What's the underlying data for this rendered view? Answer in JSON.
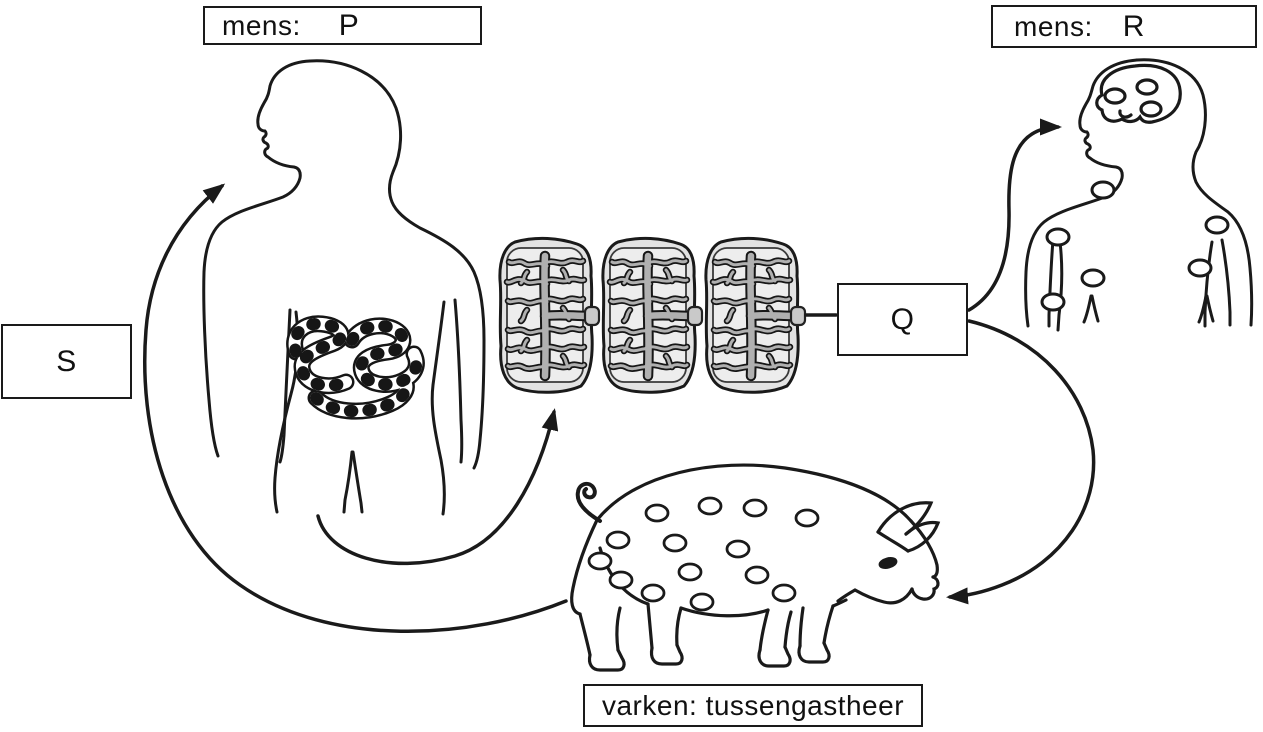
{
  "boxes": {
    "mens_p": {
      "host": "mens:",
      "stage": "P"
    },
    "mens_r": {
      "host": "mens:",
      "stage": "R"
    },
    "stage_s": {
      "stage": "S"
    },
    "stage_q": {
      "stage": "Q"
    },
    "varken": {
      "label": "varken: tussengastheer"
    }
  },
  "illustrations": {
    "human_p": "human-outline-with-tapeworm-in-intestine",
    "human_r": "human-outline-with-cysts-in-brain-and-body",
    "proglottids": "three-tapeworm-proglottid-segments",
    "pig": "pig-with-cysts-intermediate-host"
  },
  "colors": {
    "line": "#1a1a1a",
    "background": "#ffffff",
    "proglottid_fill": "#e3e3e3",
    "proglottid_inner": "#ededed",
    "proglottid_branch": "#b0b0b0",
    "proglottid_pore": "#c9c9c9"
  }
}
